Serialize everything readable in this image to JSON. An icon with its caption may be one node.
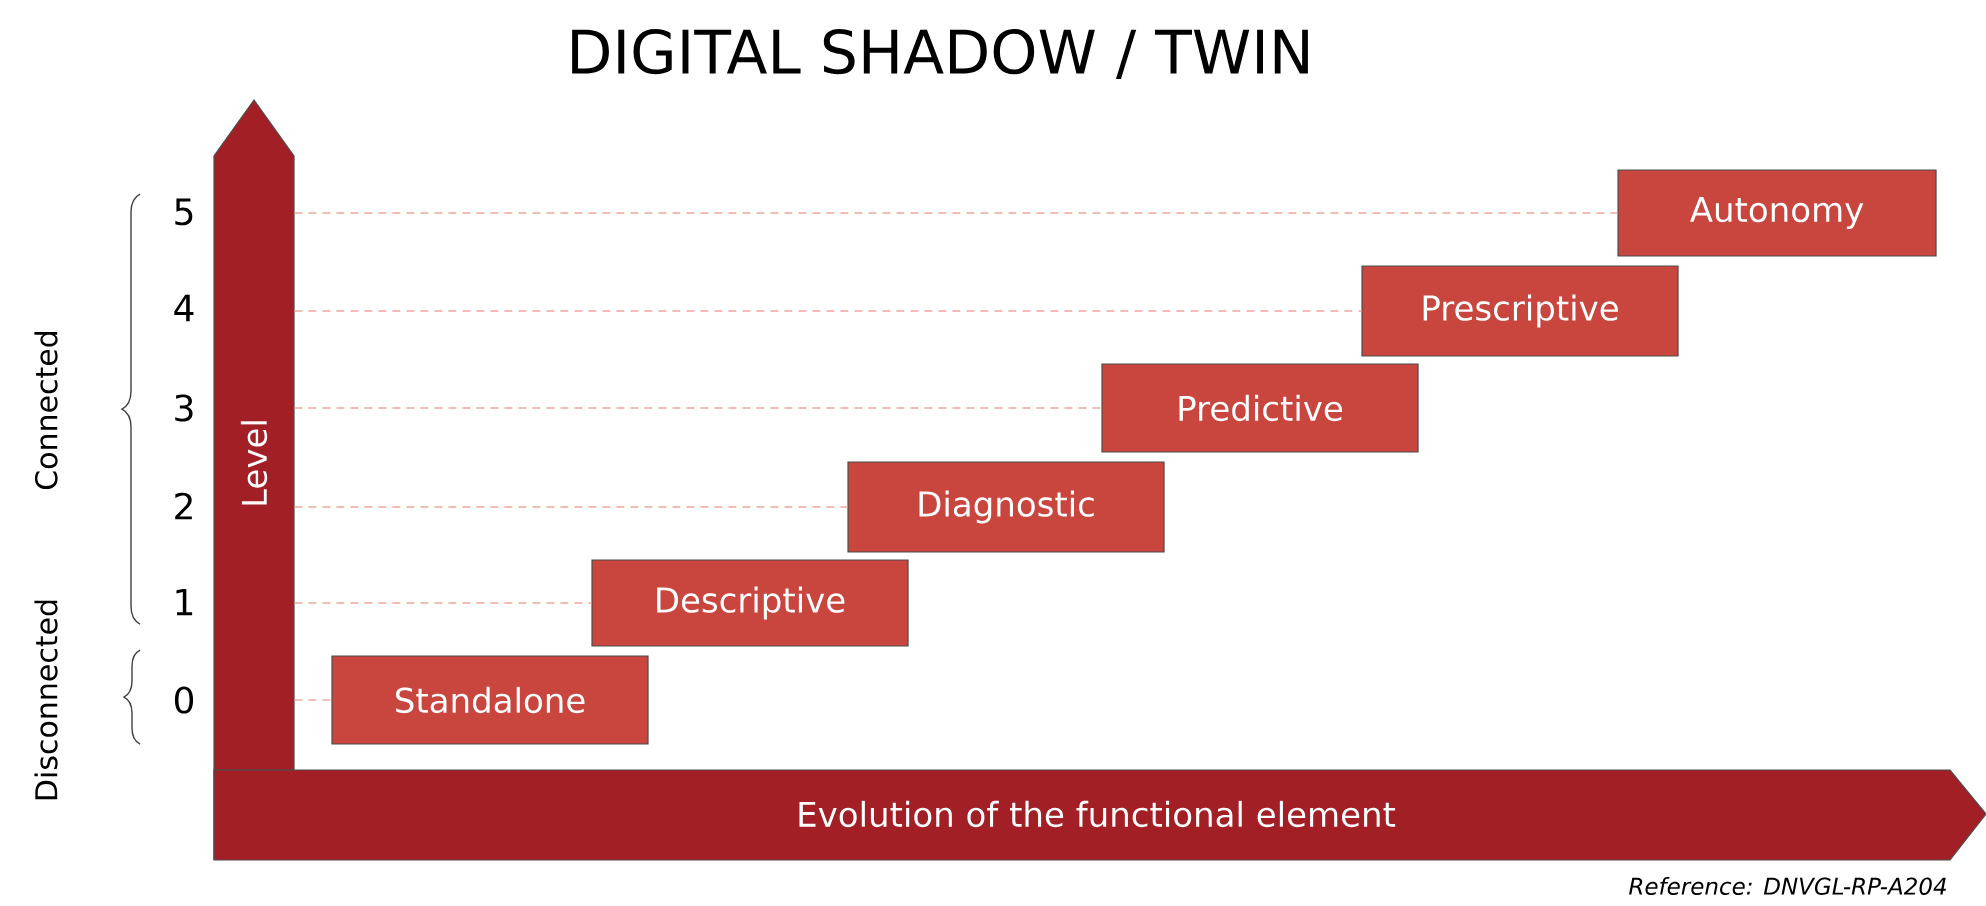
{
  "diagram": {
    "title": "DIGITAL SHADOW / TWIN",
    "nodes": [
      {
        "text": [
          "Level"
        ]
      },
      {
        "text": [
          "Evolution of the functional element"
        ]
      },
      {
        "text": [
          "Standalone"
        ]
      },
      {
        "text": [
          "Descriptive"
        ]
      },
      {
        "text": [
          "Diagnostic"
        ]
      },
      {
        "text": [
          "Predictive"
        ]
      },
      {
        "text": [
          "Prescriptive"
        ]
      },
      {
        "text": [
          "Autonomy"
        ]
      }
    ],
    "edges": [
      {
        "from": 0,
        "to": 2,
        "arrow": "none",
        "style": "dashed"
      },
      {
        "from": 0,
        "to": 3,
        "arrow": "none",
        "style": "dashed"
      },
      {
        "from": 0,
        "to": 4,
        "arrow": "none",
        "style": "dashed"
      },
      {
        "from": 0,
        "to": 5,
        "arrow": "none",
        "style": "dashed"
      },
      {
        "from": 0,
        "to": 6,
        "arrow": "none",
        "style": "dashed"
      },
      {
        "from": 0,
        "to": 7,
        "arrow": "none",
        "style": "dashed"
      }
    ],
    "labels": [
      "5",
      "4",
      "3",
      "2",
      "1",
      "0",
      "Connected",
      "Disconnected",
      "Reference: DNVGL-RP-A204"
    ]
  }
}
